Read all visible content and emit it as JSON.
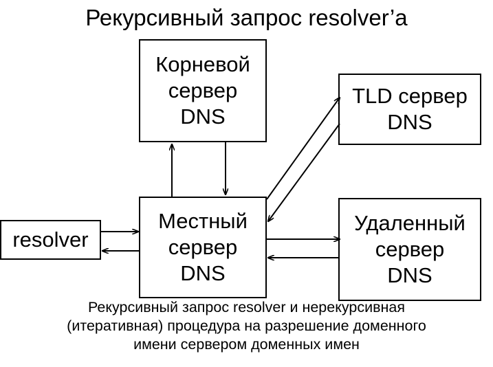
{
  "title": "Рекурсивный запрос resolver’а",
  "nodes": {
    "root": "Корневой\nсервер\nDNS",
    "tld": "TLD сервер\nDNS",
    "local": "Местный\nсервер\nDNS",
    "remote": "Удаленный\nсервер\nDNS",
    "resolver": "resolver"
  },
  "caption": {
    "line1": "Рекурсивный запрос resolver и нерекурсивная",
    "line2": "(итеративная) процедура на разрешение доменного",
    "line3": "имени сервером доменных имен"
  }
}
